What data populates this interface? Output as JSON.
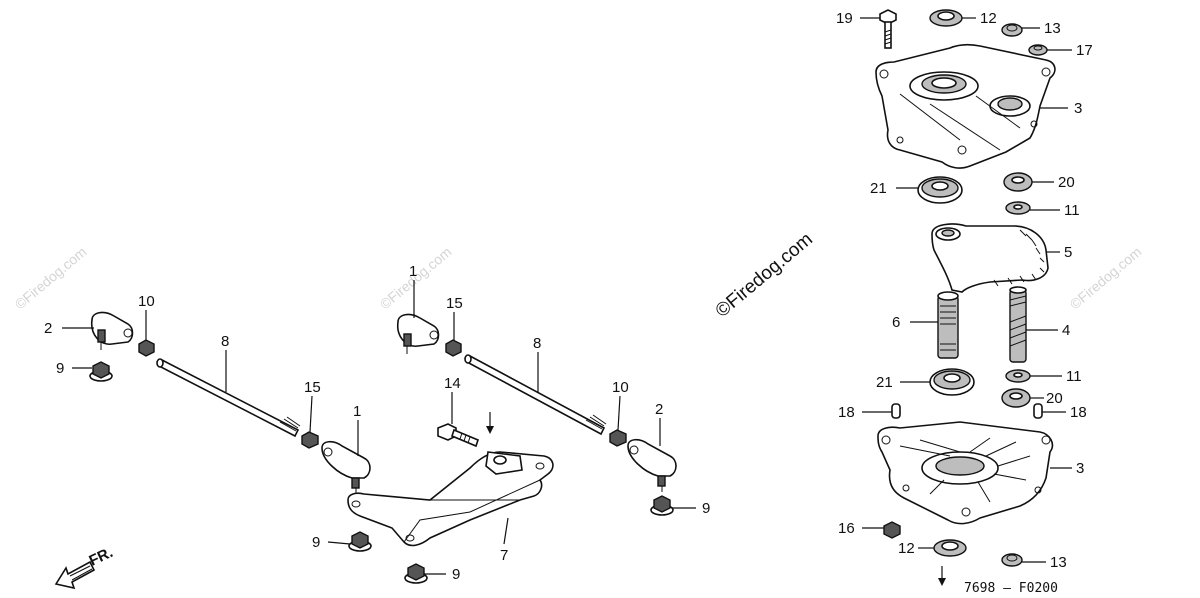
{
  "diagram_code": "7698 — F0200",
  "direction_label": "FR.",
  "watermark": "©Firedog.com",
  "callouts": {
    "p1": "1",
    "p2": "2",
    "p3": "3",
    "p4": "4",
    "p5": "5",
    "p6": "6",
    "p7": "7",
    "p8": "8",
    "p9": "9",
    "p10": "10",
    "p11": "11",
    "p12": "12",
    "p13": "13",
    "p14": "14",
    "p15": "15",
    "p16": "16",
    "p17": "17",
    "p18": "18",
    "p19": "19",
    "p20": "20",
    "p21": "21"
  }
}
